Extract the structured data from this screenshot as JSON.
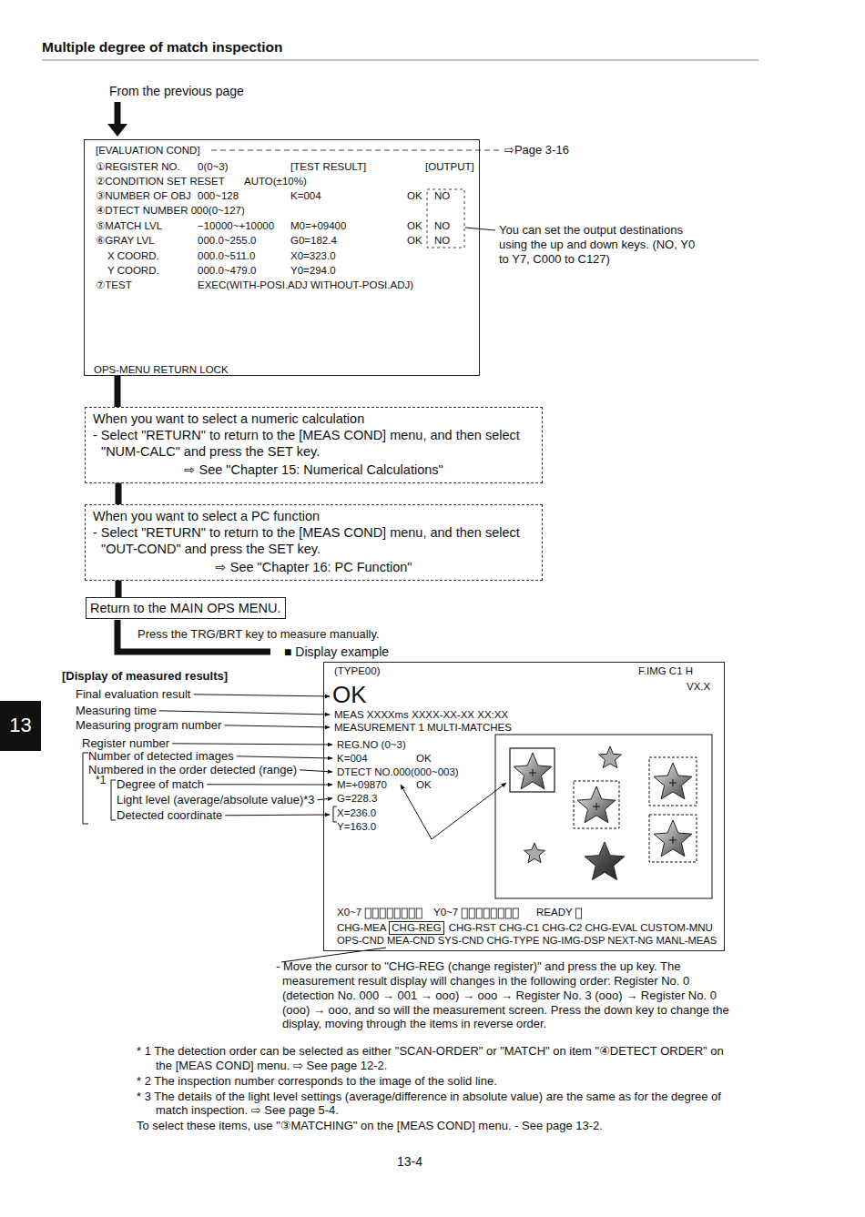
{
  "diagram": {
    "title": "Multiple degree of match inspection",
    "nodes": [
      {
        "text": [
          "[EVALUATION COND]",
          "①REGISTER NO.",
          "0(0~3)",
          "[TEST RESULT]",
          "[OUTPUT]",
          "②CONDITION SET RESET",
          "AUTO(±10%)",
          "③NUMBER OF OBJ",
          "000~128",
          "K=004",
          "OK",
          "NO",
          "④DTECT NUMBER 000(0~127)",
          "⑤MATCH LVL",
          "−10000~+10000",
          "M0=+09400",
          "OK",
          "NO",
          "⑥GRAY LVL",
          "000.0~255.0",
          "G0=182.4",
          "OK",
          "NO",
          "X COORD.",
          "000.0~511.0",
          "X0=323.0",
          "Y COORD.",
          "000.0~479.0",
          "Y0=294.0",
          "⑦TEST",
          "EXEC(WITH-POSI.ADJ WITHOUT-POSI.ADJ)",
          "OPS-MENU RETURN LOCK"
        ]
      },
      {
        "text": [
          "When you want to select a numeric calculation",
          "- Select \"RETURN\" to return to the [MEAS COND] menu, and then select \"NUM-CALC\" and press the SET key.",
          "⇨ See \"Chapter 15: Numerical Calculations\""
        ]
      },
      {
        "text": [
          "When you want to select a PC function",
          "- Select \"RETURN\" to return to the [MEAS COND] menu, and then select \"OUT-COND\" and press the SET key.",
          "⇨ See \"Chapter 16: PC Function\""
        ]
      },
      {
        "text": [
          "Return to the MAIN OPS MENU."
        ]
      },
      {
        "text": [
          "13"
        ]
      },
      {
        "text": [
          "(TYPE00)",
          "F.IMG C1 H",
          "VX.X",
          "OK",
          "MEAS XXXXms XXXX-XX-XX XX:XX",
          "MEASUREMENT 1 MULTI-MATCHES",
          "REG.NO (0~3)",
          "K=004",
          "OK",
          "DTECT NO.000(000~003)",
          "M=+09870",
          "OK",
          "G=228.3",
          "X=236.0",
          "Y=163.0",
          "X0~7",
          "Y0~7",
          "READY",
          "CHG-MEA",
          "CHG-RST CHG-C1 CHG-C2 CHG-EVAL CUSTOM-MNU",
          "OPS-CND MEA-CND SYS-CND CHG-TYPE NG-IMG-DSP NEXT-NG MANL-MEAS"
        ]
      },
      {
        "text": [
          "CHG-REG"
        ],
        "in": 5
      }
    ],
    "edges": [
      {
        "from": 0,
        "to": 1,
        "arrow": "none"
      },
      {
        "from": 1,
        "to": 2,
        "arrow": "none"
      },
      {
        "from": 2,
        "to": 3,
        "arrow": "none"
      }
    ],
    "labels": [
      "From the previous page",
      "⇨Page 3-16",
      "You can set the output destinations using the up and down keys. (NO, Y0 to Y7, C000 to C127)",
      "Press the TRG/BRT key to measure manually.",
      "■ Display example",
      "[Display of measured results]",
      "Final evaluation result",
      "Measuring time",
      "Measuring program number",
      "Register number",
      "Number of detected images",
      "Numbered in the order detected (range)",
      "*1",
      "Degree of match",
      "Light level (average/absolute value)*3",
      "Detected coordinate",
      "- Move the cursor to \"CHG-REG (change register)\" and press the up key. The measurement result display will changes in the following order: Register No. 0 (detection No. 000 → 001 → ooo) → ooo → Register No. 3 (ooo) → Register No. 0 (ooo) → ooo, and so will the measurement screen. Press the down key to change the display, moving through the items in reverse order.",
      "* 1 The detection order can be selected as either \"SCAN-ORDER\" or \"MATCH\" on item \"④DETECT ORDER\" on the [MEAS COND] menu. ⇨ See page 12-2.",
      "* 2 The inspection number corresponds to the image of the solid line.",
      "* 3 The details of the light level settings (average/difference in absolute value) are the same as for the degree of match inspection. ⇨ See page 5-4.",
      "To select these items, use \"③MATCHING\" on the [MEAS COND] menu. - See page 13-2.",
      "13-4"
    ]
  }
}
